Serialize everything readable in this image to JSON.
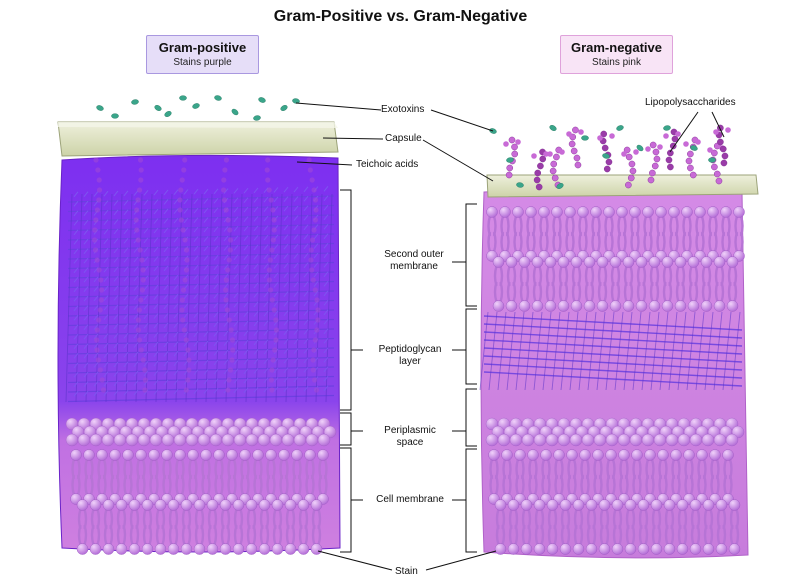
{
  "title": "Gram-Positive vs. Gram-Negative",
  "gram_positive": {
    "name": "Gram-positive",
    "stain": "Stains purple"
  },
  "gram_negative": {
    "name": "Gram-negative",
    "stain": "Stains pink"
  },
  "labels": {
    "exotoxins": "Exotoxins",
    "capsule": "Capsule",
    "teichoic_acids": "Teichoic acids",
    "lipopolysaccharides": "Lipopolysaccharides",
    "second_outer_membrane": [
      "Second outer",
      "membrane"
    ],
    "peptidoglycan_layer": [
      "Peptidoglycan",
      "layer"
    ],
    "periplasmic_space": [
      "Periplasmic",
      "space"
    ],
    "cell_membrane": "Cell membrane",
    "stain": "Stain"
  },
  "colors": {
    "gram_positive_stain": "#8a3cf0",
    "gram_negative_stain": "#d58be6",
    "capsule": "#dde3c2",
    "exotoxin": "#3aa58a",
    "lipid": "#c98ae6",
    "peptidoglycan": "#6a3fe0",
    "lps": "#c86ad6"
  }
}
